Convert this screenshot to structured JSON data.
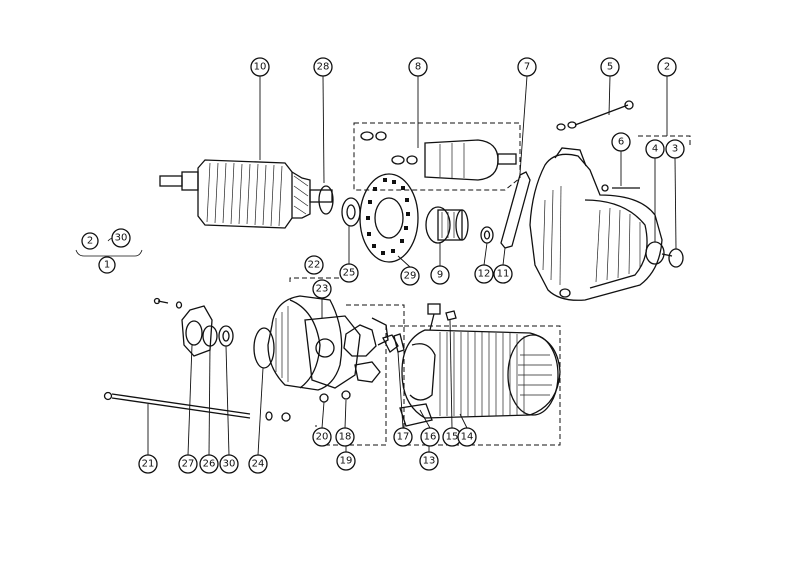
{
  "diagram": {
    "callouts": [
      {
        "id": "c10",
        "label": "10"
      },
      {
        "id": "c28",
        "label": "28"
      },
      {
        "id": "c8",
        "label": "8"
      },
      {
        "id": "c7",
        "label": "7"
      },
      {
        "id": "c5",
        "label": "5"
      },
      {
        "id": "c2a",
        "label": "2"
      },
      {
        "id": "c6",
        "label": "6"
      },
      {
        "id": "c4",
        "label": "4"
      },
      {
        "id": "c3",
        "label": "3"
      },
      {
        "id": "c2b",
        "label": "2"
      },
      {
        "id": "c30a",
        "label": "30"
      },
      {
        "id": "c1",
        "label": "1"
      },
      {
        "id": "c25",
        "label": "25"
      },
      {
        "id": "c29",
        "label": "29"
      },
      {
        "id": "c9",
        "label": "9"
      },
      {
        "id": "c12",
        "label": "12"
      },
      {
        "id": "c11",
        "label": "11"
      },
      {
        "id": "c22",
        "label": "22"
      },
      {
        "id": "c23",
        "label": "23"
      },
      {
        "id": "c21",
        "label": "21"
      },
      {
        "id": "c27",
        "label": "27"
      },
      {
        "id": "c26",
        "label": "26"
      },
      {
        "id": "c30b",
        "label": "30"
      },
      {
        "id": "c24",
        "label": "24"
      },
      {
        "id": "c20",
        "label": "20"
      },
      {
        "id": "c18",
        "label": "18"
      },
      {
        "id": "c19",
        "label": "19"
      },
      {
        "id": "c17",
        "label": "17"
      },
      {
        "id": "c16",
        "label": "16"
      },
      {
        "id": "c15",
        "label": "15"
      },
      {
        "id": "c14",
        "label": "14"
      },
      {
        "id": "c13",
        "label": "13"
      }
    ]
  }
}
